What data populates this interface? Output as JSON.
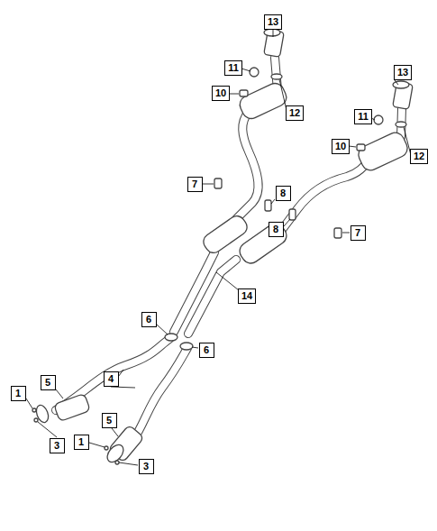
{
  "diagram": {
    "labels": [
      "13",
      "11",
      "13",
      "10",
      "12",
      "11",
      "10",
      "12",
      "7",
      "8",
      "8",
      "7",
      "14",
      "6",
      "6",
      "5",
      "4",
      "1",
      "5",
      "1",
      "3",
      "3"
    ]
  }
}
